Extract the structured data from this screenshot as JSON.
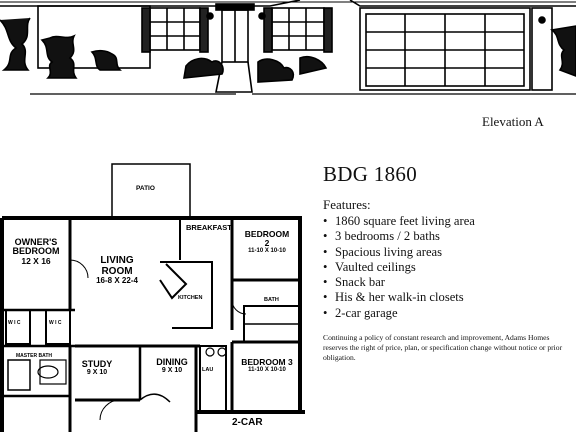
{
  "elevation": {
    "caption": "Elevation A"
  },
  "plan": {
    "rooms": {
      "patio": "PATIO",
      "breakfast": "BREAKFAST",
      "owners_name": "OWNER'S",
      "owners_name2": "BEDROOM",
      "owners_dim": "12 X 16",
      "living_name": "LIVING",
      "living_name2": "ROOM",
      "living_dim": "16-8 X 22-4",
      "bed2_name": "BEDROOM",
      "bed2_num": "2",
      "bed2_dim": "11-10 X 10-10",
      "kitchen": "KITCHEN",
      "bath": "BATH",
      "wic_left": "W I C",
      "wic_right": "W I C",
      "master_bath": "MASTER BATH",
      "study_name": "STUDY",
      "study_dim": "9 X 10",
      "dining_name": "DINING",
      "dining_dim": "9 X 10",
      "laundry": "LAU",
      "bed3_name": "BEDROOM 3",
      "bed3_dim": "11-10 X 10-10",
      "garage": "2-CAR"
    }
  },
  "info": {
    "model": "BDG 1860",
    "features_heading": "Features:",
    "features": [
      "1860 square feet living area",
      "3 bedrooms / 2 baths",
      "Spacious living areas",
      "Vaulted ceilings",
      "Snack bar",
      "His & her walk-in closets",
      "2-car garage"
    ],
    "bullet": "•",
    "policy": "Continuing a policy of constant research and improvement, Adams Homes reserves the right of price, plan, or specification change without notice or prior obligation."
  }
}
